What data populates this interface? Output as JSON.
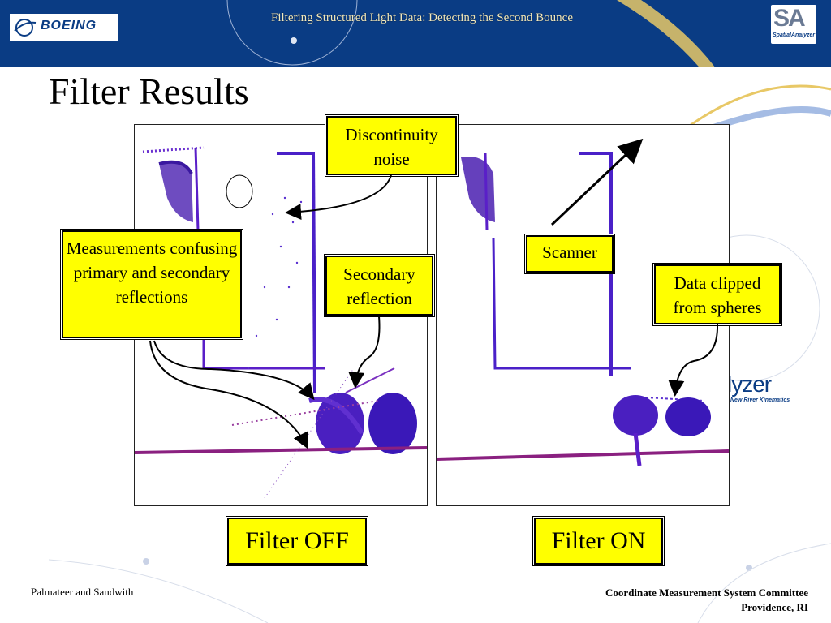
{
  "header": {
    "title": "Filtering Structured Light Data: Detecting the Second Bounce",
    "left_logo_text": "BOEING",
    "right_logo_letters": "SA",
    "right_logo_sub": "SpatialAnalyzer"
  },
  "slide": {
    "title": "Filter Results"
  },
  "callouts": {
    "measurements": "Measurements confusing primary and secondary reflections",
    "discontinuity": "Discontinuity noise",
    "secondary": "Secondary reflection",
    "scanner": "Scanner",
    "clipped": "Data clipped from spheres"
  },
  "panels": {
    "left_label": "Filter OFF",
    "right_label": "Filter ON"
  },
  "background_logo": {
    "word": "lyzer",
    "sub": "New River Kinematics"
  },
  "footer": {
    "left": "Palmateer and Sandwith",
    "right_line1": "Coordinate Measurement System Committee",
    "right_line2": "Providence, RI"
  },
  "colors": {
    "header_blue": "#0a3c84",
    "callout_yellow": "#ffff00",
    "point_purple": "#5a1fc8",
    "point_magenta": "#a0206a"
  }
}
